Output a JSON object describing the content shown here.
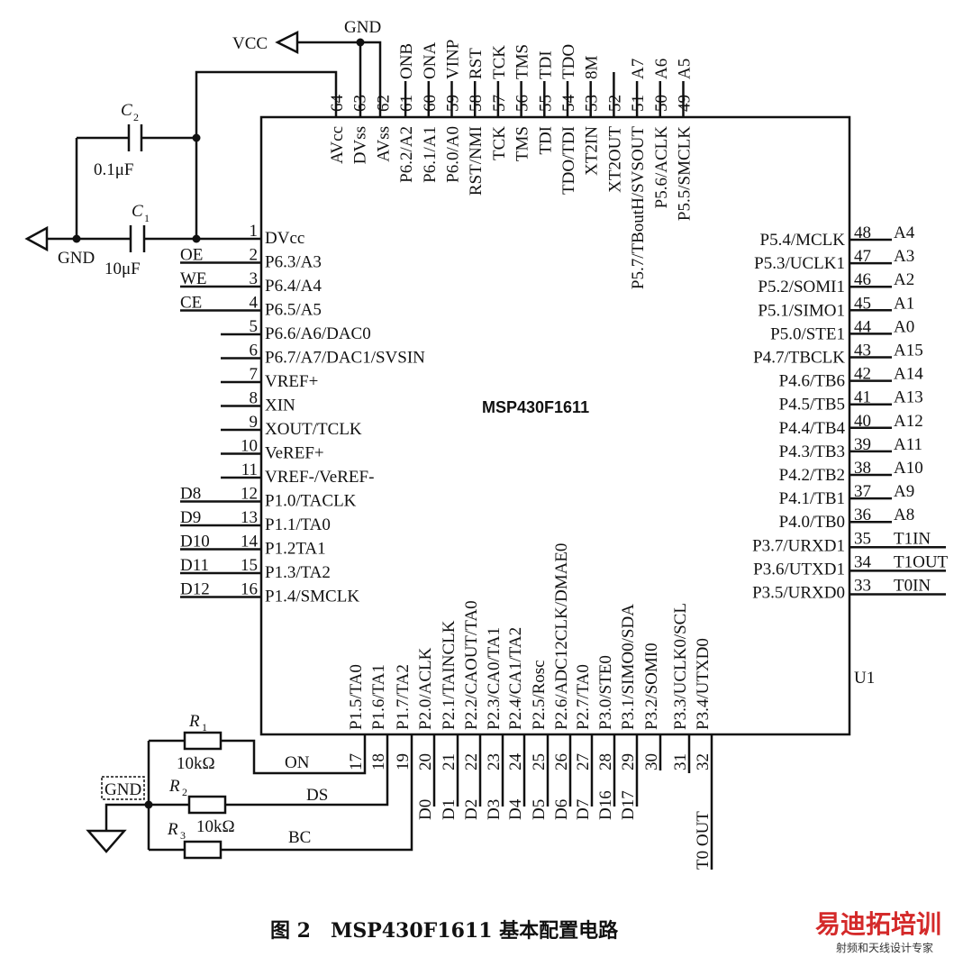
{
  "chip": {
    "name": "MSP430F1611",
    "ref": "U1"
  },
  "power": {
    "vcc": "VCC",
    "gnd_top": "GND",
    "gnd_left": "GND",
    "gnd_box": "GND"
  },
  "capacitors": [
    {
      "name": "C",
      "sub": "2",
      "value": "0.1μF"
    },
    {
      "name": "C",
      "sub": "1",
      "value": "10μF"
    }
  ],
  "resistors": [
    {
      "name": "R",
      "sub": "1",
      "value": "10kΩ",
      "net": "ON"
    },
    {
      "name": "R",
      "sub": "2",
      "value": "",
      "net": "DS"
    },
    {
      "name": "R",
      "sub": "3",
      "value": "10kΩ",
      "net": "BC"
    }
  ],
  "top_pins": [
    {
      "num": "64",
      "func": "AVcc",
      "net": ""
    },
    {
      "num": "63",
      "func": "DVss",
      "net": ""
    },
    {
      "num": "62",
      "func": "AVss",
      "net": ""
    },
    {
      "num": "61",
      "func": "P6.2/A2",
      "net": "ONB"
    },
    {
      "num": "60",
      "func": "P6.1/A1",
      "net": "ONA"
    },
    {
      "num": "59",
      "func": "P6.0/A0",
      "net": "VINP"
    },
    {
      "num": "58",
      "func": "RST/NMI",
      "net": "RST"
    },
    {
      "num": "57",
      "func": "TCK",
      "net": "TCK"
    },
    {
      "num": "56",
      "func": "TMS",
      "net": "TMS"
    },
    {
      "num": "55",
      "func": "TDI",
      "net": "TDI"
    },
    {
      "num": "54",
      "func": "TDO/TDI",
      "net": "TDO"
    },
    {
      "num": "53",
      "func": "XT2IN",
      "net": "8M"
    },
    {
      "num": "52",
      "func": "XT2OUT",
      "net": ""
    },
    {
      "num": "51",
      "func": "P5.7/TBoutH/SVSOUT",
      "net": "A7"
    },
    {
      "num": "50",
      "func": "P5.6/ACLK",
      "net": "A6"
    },
    {
      "num": "49",
      "func": "P5.5/SMCLK",
      "net": "A5"
    }
  ],
  "left_pins": [
    {
      "num": "1",
      "func": "DVcc",
      "net": ""
    },
    {
      "num": "2",
      "func": "P6.3/A3",
      "net": "OE"
    },
    {
      "num": "3",
      "func": "P6.4/A4",
      "net": "WE"
    },
    {
      "num": "4",
      "func": "P6.5/A5",
      "net": "CE"
    },
    {
      "num": "5",
      "func": "P6.6/A6/DAC0",
      "net": ""
    },
    {
      "num": "6",
      "func": "P6.7/A7/DAC1/SVSIN",
      "net": ""
    },
    {
      "num": "7",
      "func": "VREF+",
      "net": ""
    },
    {
      "num": "8",
      "func": "XIN",
      "net": ""
    },
    {
      "num": "9",
      "func": "XOUT/TCLK",
      "net": ""
    },
    {
      "num": "10",
      "func": "VeREF+",
      "net": ""
    },
    {
      "num": "11",
      "func": "VREF-/VeREF-",
      "net": ""
    },
    {
      "num": "12",
      "func": "P1.0/TACLK",
      "net": "D8"
    },
    {
      "num": "13",
      "func": "P1.1/TA0",
      "net": "D9"
    },
    {
      "num": "14",
      "func": "P1.2TA1",
      "net": "D10"
    },
    {
      "num": "15",
      "func": "P1.3/TA2",
      "net": "D11"
    },
    {
      "num": "16",
      "func": "P1.4/SMCLK",
      "net": "D12"
    }
  ],
  "right_pins": [
    {
      "num": "48",
      "func": "P5.4/MCLK",
      "net": "A4"
    },
    {
      "num": "47",
      "func": "P5.3/UCLK1",
      "net": "A3"
    },
    {
      "num": "46",
      "func": "P5.2/SOMI1",
      "net": "A2"
    },
    {
      "num": "45",
      "func": "P5.1/SIMO1",
      "net": "A1"
    },
    {
      "num": "44",
      "func": "P5.0/STE1",
      "net": "A0"
    },
    {
      "num": "43",
      "func": "P4.7/TBCLK",
      "net": "A15"
    },
    {
      "num": "42",
      "func": "P4.6/TB6",
      "net": "A14"
    },
    {
      "num": "41",
      "func": "P4.5/TB5",
      "net": "A13"
    },
    {
      "num": "40",
      "func": "P4.4/TB4",
      "net": "A12"
    },
    {
      "num": "39",
      "func": "P4.3/TB3",
      "net": "A11"
    },
    {
      "num": "38",
      "func": "P4.2/TB2",
      "net": "A10"
    },
    {
      "num": "37",
      "func": "P4.1/TB1",
      "net": "A9"
    },
    {
      "num": "36",
      "func": "P4.0/TB0",
      "net": "A8"
    },
    {
      "num": "35",
      "func": "P3.7/URXD1",
      "net": "T1IN"
    },
    {
      "num": "34",
      "func": "P3.6/UTXD1",
      "net": "T1OUT"
    },
    {
      "num": "33",
      "func": "P3.5/URXD0",
      "net": "T0IN"
    }
  ],
  "bottom_pins": [
    {
      "num": "17",
      "func": "P1.5/TA0",
      "net": ""
    },
    {
      "num": "18",
      "func": "P1.6/TA1",
      "net": ""
    },
    {
      "num": "19",
      "func": "P1.7/TA2",
      "net": ""
    },
    {
      "num": "20",
      "func": "P2.0/ACLK",
      "net": "D0"
    },
    {
      "num": "21",
      "func": "P2.1/TAINCLK",
      "net": "D1"
    },
    {
      "num": "22",
      "func": "P2.2/CAOUT/TA0",
      "net": "D2"
    },
    {
      "num": "23",
      "func": "P2.3/CA0/TA1",
      "net": "D3"
    },
    {
      "num": "24",
      "func": "P2.4/CA1/TA2",
      "net": "D4"
    },
    {
      "num": "25",
      "func": "P2.5/Rosc",
      "net": "D5"
    },
    {
      "num": "26",
      "func": "P2.6/ADC12CLK/DMAE0",
      "net": "D6"
    },
    {
      "num": "27",
      "func": "P2.7/TA0",
      "net": "D7"
    },
    {
      "num": "28",
      "func": "P3.0/STE0",
      "net": "D16"
    },
    {
      "num": "29",
      "func": "P3.1/SIMO0/SDA",
      "net": "D17"
    },
    {
      "num": "30",
      "func": "P3.2/SOMI0",
      "net": ""
    },
    {
      "num": "31",
      "func": "P3.3/UCLK0/SCL",
      "net": ""
    },
    {
      "num": "32",
      "func": "P3.4/UTXD0",
      "net": "T0 OUT"
    }
  ],
  "caption": "图 2　MSP430F1611 基本配置电路",
  "watermark": {
    "main": "易迪拓培训",
    "sub": "射频和天线设计专家"
  }
}
